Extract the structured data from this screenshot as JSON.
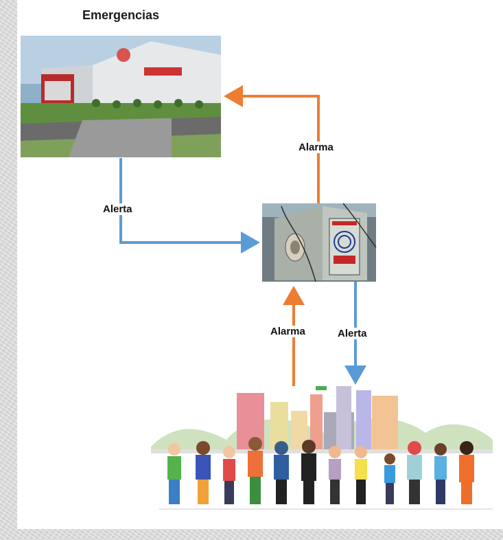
{
  "title": "Emergencias",
  "labels": {
    "alerta_left": "Alerta",
    "alarma_top": "Alarma",
    "alarma_bottom": "Alarma",
    "alerta_bottom": "Alerta"
  },
  "images": {
    "building": "emergency-center-building",
    "siren": "warning-siren-device",
    "community": "community-people-city"
  },
  "colors": {
    "alert_arrow": "#5b9bd5",
    "alarm_arrow": "#ed7d31"
  }
}
